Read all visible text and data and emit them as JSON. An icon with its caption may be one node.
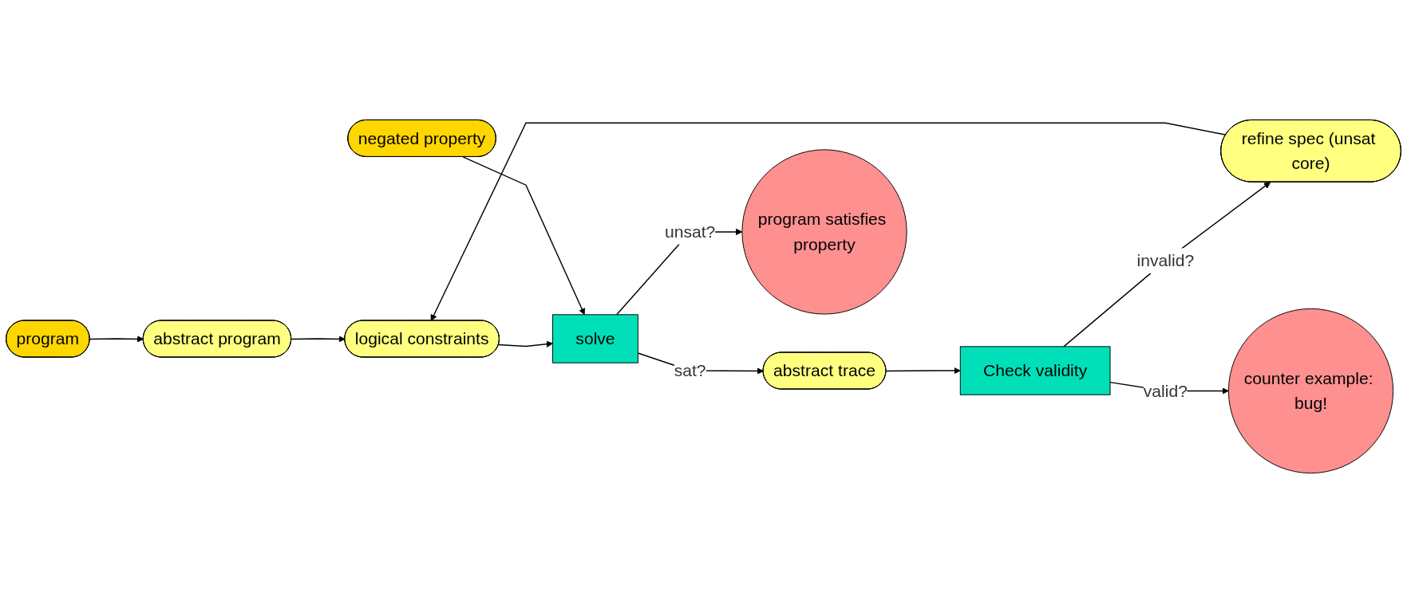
{
  "diagram": {
    "nodes": [
      {
        "text": [
          "program"
        ]
      },
      {
        "text": [
          "abstract program"
        ]
      },
      {
        "text": [
          "logical constraints"
        ]
      },
      {
        "text": [
          "refine spec (unsat core)"
        ]
      },
      {
        "text": [
          "negated property"
        ]
      },
      {
        "text": [
          "solve"
        ]
      },
      {
        "text": [
          "abstract trace"
        ]
      },
      {
        "text": [
          "Check validity"
        ]
      },
      {
        "text": [
          "program satisfies property"
        ]
      },
      {
        "text": [
          "counter example: bug!"
        ]
      }
    ],
    "edges": [
      {
        "from": 0,
        "to": 1,
        "arrow": "to"
      },
      {
        "from": 1,
        "to": 2,
        "arrow": "to"
      },
      {
        "from": 3,
        "to": 2,
        "arrow": "to"
      },
      {
        "from": 2,
        "to": 5,
        "arrow": "to"
      },
      {
        "from": 4,
        "to": 5,
        "arrow": "to"
      },
      {
        "from": 5,
        "to": 6,
        "label": "sat?",
        "arrow": "to"
      },
      {
        "from": 6,
        "to": 7,
        "arrow": "to"
      },
      {
        "from": 7,
        "to": 3,
        "label": "invalid?",
        "arrow": "to"
      },
      {
        "from": 5,
        "to": 8,
        "label": "unsat?",
        "arrow": "to"
      },
      {
        "from": 7,
        "to": 9,
        "label": "valid?",
        "arrow": "to"
      }
    ]
  }
}
